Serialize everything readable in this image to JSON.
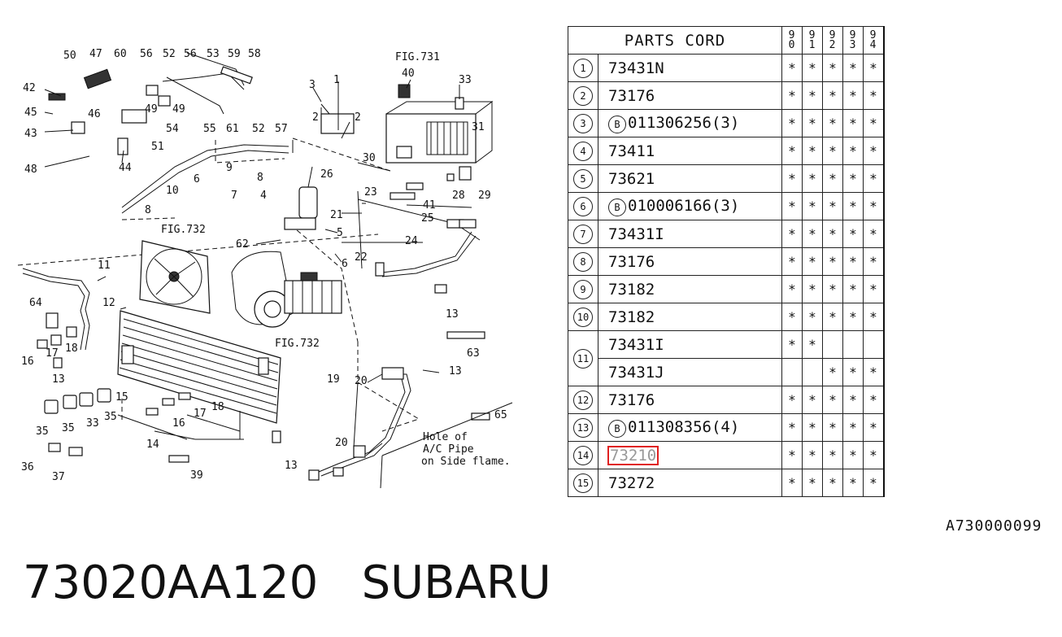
{
  "diagram": {
    "callouts": [
      "50",
      "47",
      "60",
      "56",
      "52",
      "56",
      "53",
      "59",
      "58",
      "42",
      "45",
      "46",
      "49",
      "49",
      "43",
      "54",
      "55",
      "61",
      "52",
      "57",
      "51",
      "48",
      "44",
      "3",
      "1",
      "2",
      "2",
      "40",
      "33",
      "31",
      "30",
      "26",
      "28",
      "29",
      "6",
      "9",
      "8",
      "10",
      "7",
      "8",
      "4",
      "23",
      "41",
      "21",
      "25",
      "5",
      "62",
      "24",
      "6",
      "22",
      "11",
      "12",
      "64",
      "13",
      "16",
      "17",
      "18",
      "15",
      "18",
      "17",
      "16",
      "14",
      "35",
      "35",
      "33",
      "35",
      "36",
      "37",
      "39",
      "13",
      "63",
      "19",
      "20",
      "13",
      "20",
      "13",
      "65"
    ],
    "fig_labels": [
      "FIG.731",
      "FIG.732",
      "FIG.732"
    ],
    "note_lines": [
      "Hole of",
      "A/C Pipe",
      "on Side flame."
    ]
  },
  "table": {
    "header_label": "PARTS CORD",
    "years": [
      [
        "9",
        "0"
      ],
      [
        "9",
        "1"
      ],
      [
        "9",
        "2"
      ],
      [
        "9",
        "3"
      ],
      [
        "9",
        "4"
      ]
    ],
    "mark": "*",
    "rows": [
      {
        "no": "1",
        "code": "73431N",
        "marks": [
          "*",
          "*",
          "*",
          "*",
          "*"
        ]
      },
      {
        "no": "2",
        "code": "73176",
        "marks": [
          "*",
          "*",
          "*",
          "*",
          "*"
        ]
      },
      {
        "no": "3",
        "prefix": "B",
        "code": "011306256(3)",
        "marks": [
          "*",
          "*",
          "*",
          "*",
          "*"
        ]
      },
      {
        "no": "4",
        "code": "73411",
        "marks": [
          "*",
          "*",
          "*",
          "*",
          "*"
        ]
      },
      {
        "no": "5",
        "code": "73621",
        "marks": [
          "*",
          "*",
          "*",
          "*",
          "*"
        ]
      },
      {
        "no": "6",
        "prefix": "B",
        "code": "010006166(3)",
        "marks": [
          "*",
          "*",
          "*",
          "*",
          "*"
        ]
      },
      {
        "no": "7",
        "code": "73431I",
        "marks": [
          "*",
          "*",
          "*",
          "*",
          "*"
        ]
      },
      {
        "no": "8",
        "code": "73176",
        "marks": [
          "*",
          "*",
          "*",
          "*",
          "*"
        ]
      },
      {
        "no": "9",
        "code": "73182",
        "marks": [
          "*",
          "*",
          "*",
          "*",
          "*"
        ]
      },
      {
        "no": "10",
        "code": "73182",
        "marks": [
          "*",
          "*",
          "*",
          "*",
          "*"
        ]
      },
      {
        "no": "11",
        "code": "73431I",
        "marks": [
          "*",
          "*",
          "",
          "",
          ""
        ]
      },
      {
        "no": "",
        "code": "73431J",
        "marks": [
          "",
          "",
          "*",
          "*",
          "*"
        ]
      },
      {
        "no": "12",
        "code": "73176",
        "marks": [
          "*",
          "*",
          "*",
          "*",
          "*"
        ]
      },
      {
        "no": "13",
        "prefix": "B",
        "code": "011308356(4)",
        "marks": [
          "*",
          "*",
          "*",
          "*",
          "*"
        ]
      },
      {
        "no": "14",
        "code": "73210",
        "highlight": true,
        "marks": [
          "*",
          "*",
          "*",
          "*",
          "*"
        ]
      },
      {
        "no": "15",
        "code": "73272",
        "marks": [
          "*",
          "*",
          "*",
          "*",
          "*"
        ]
      }
    ]
  },
  "reference_code": "A730000099",
  "page_title": "73020AA120   SUBARU"
}
